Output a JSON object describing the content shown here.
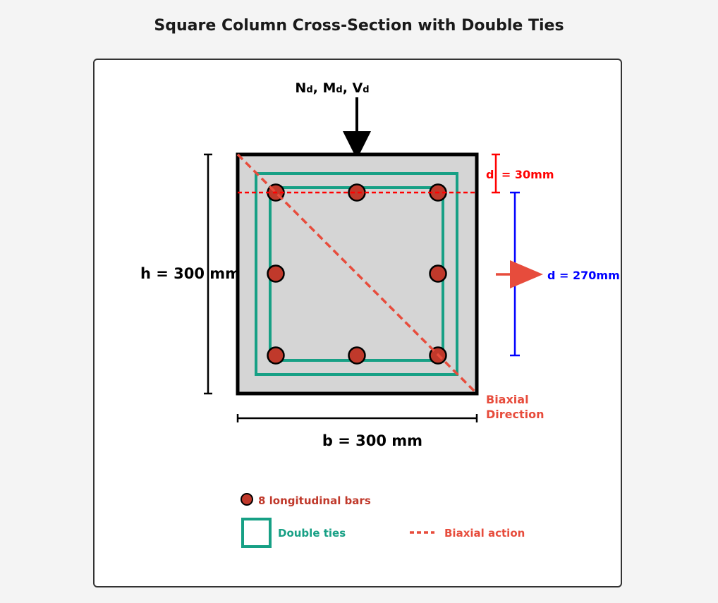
{
  "title": "Square Column Cross-Section with Double Ties",
  "load": {
    "n": "N",
    "m": "M",
    "v": "V",
    "sub": "d",
    "sep": ", "
  },
  "dims": {
    "h": "h = 300 mm",
    "b": "b = 300 mm",
    "d_prime": "d' = 30mm",
    "d": "d = 270mm"
  },
  "biaxial": {
    "line1": "Biaxial",
    "line2": "Direction"
  },
  "legend": {
    "bars": "8 longitudinal bars",
    "ties": "Double ties",
    "biaxial": "Biaxial action"
  },
  "colors": {
    "concrete": "#d5d5d5",
    "ties": "#17a085",
    "bars": "#c0392b",
    "biaxial": "#e74c3c",
    "d_prime": "#ff0000",
    "d": "#0000ff"
  }
}
